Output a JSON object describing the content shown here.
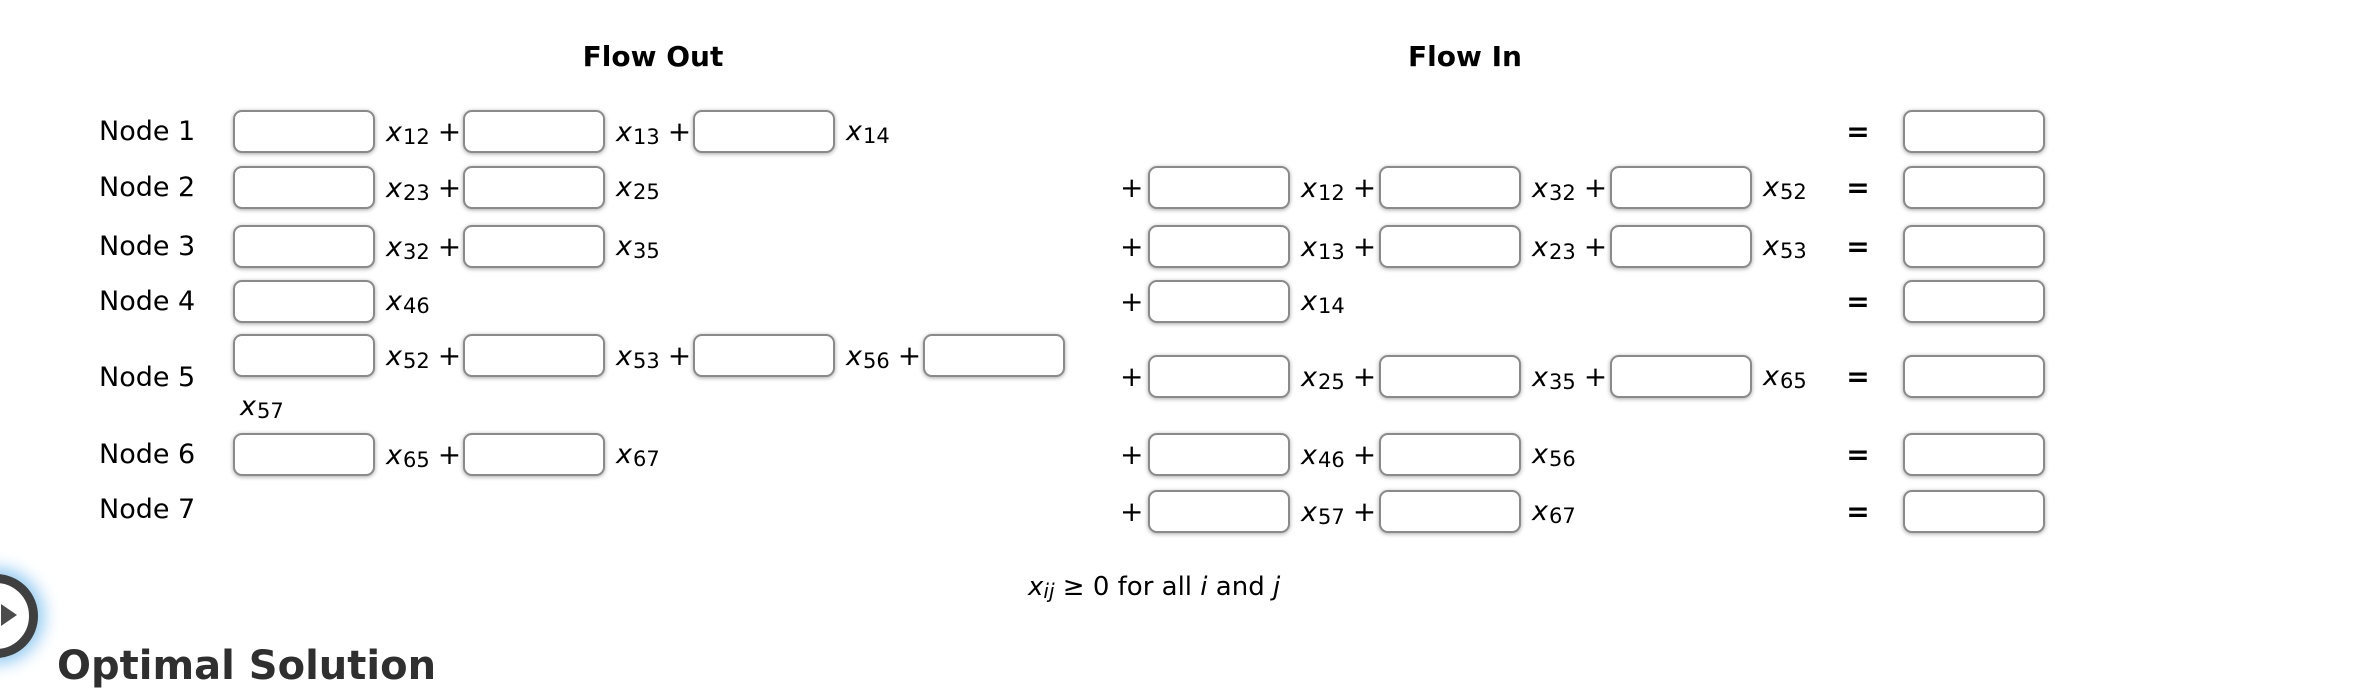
{
  "titles": {
    "flow_out": "Flow Out",
    "flow_in": "Flow In"
  },
  "symbols": {
    "x": "x",
    "plus": "+",
    "equals": "="
  },
  "rows": [
    {
      "label": "Node 1",
      "out": [
        "12",
        "13",
        "14"
      ],
      "in": []
    },
    {
      "label": "Node 2",
      "out": [
        "23",
        "25"
      ],
      "in": [
        "12",
        "32",
        "52"
      ]
    },
    {
      "label": "Node 3",
      "out": [
        "32",
        "35"
      ],
      "in": [
        "13",
        "23",
        "53"
      ]
    },
    {
      "label": "Node 4",
      "out": [
        "46"
      ],
      "in": [
        "14"
      ]
    },
    {
      "label": "Node 5",
      "out": [
        "52",
        "53",
        "56",
        "57"
      ],
      "in": [
        "25",
        "35",
        "65"
      ]
    },
    {
      "label": "Node 6",
      "out": [
        "65",
        "67"
      ],
      "in": [
        "46",
        "56"
      ]
    },
    {
      "label": "Node 7",
      "out": [],
      "in": [
        "57",
        "67"
      ]
    }
  ],
  "constraint": {
    "x": "x",
    "sub": "ij",
    "middle": " ≥ 0 for all ",
    "i": "i",
    "and": " and ",
    "j": "j"
  },
  "footer": {
    "heading": "Optimal Solution"
  },
  "icons": {
    "next_button": "chevron-right"
  },
  "colors": {
    "box_border": "#8a8a8a",
    "ring": "#3f3f3f",
    "glow": "#a9d9f5",
    "text": "#000000"
  }
}
